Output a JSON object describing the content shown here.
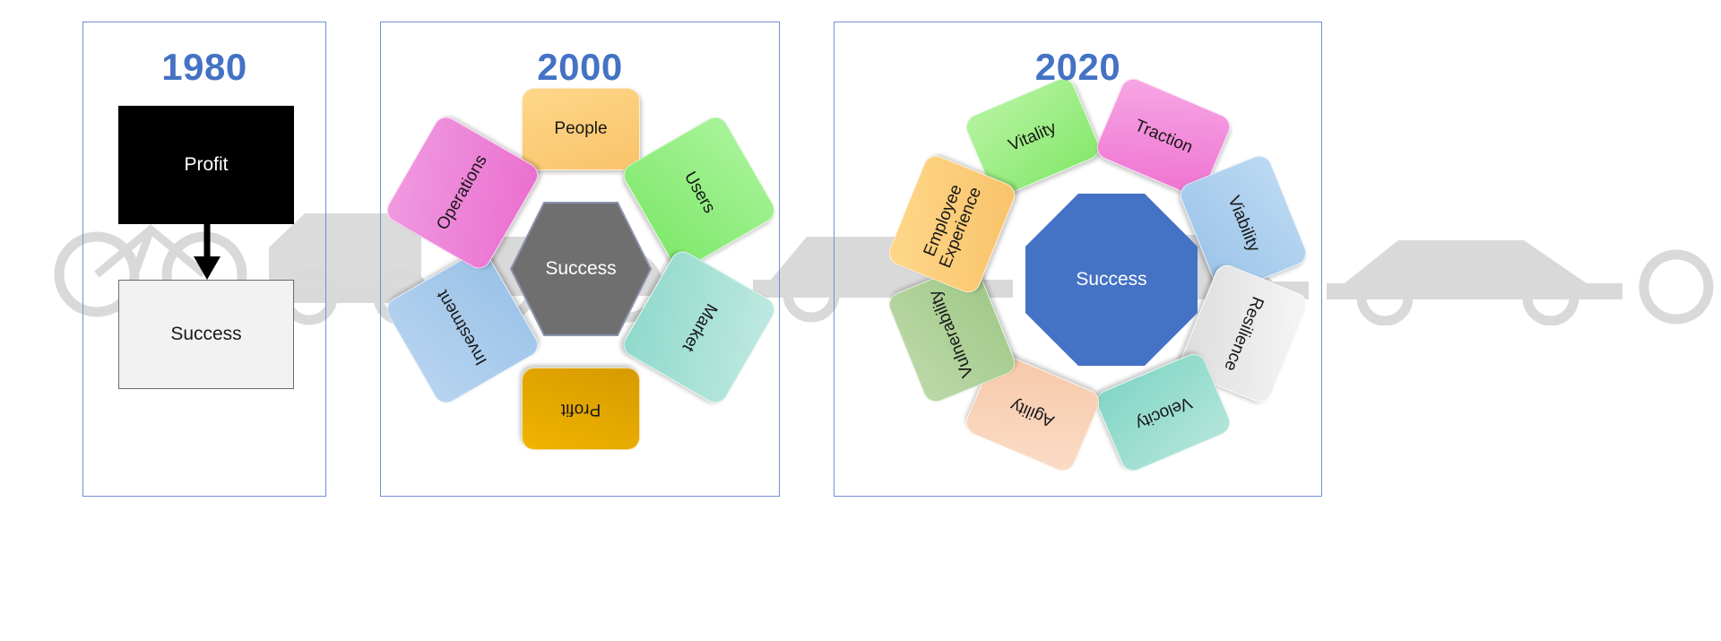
{
  "background": {
    "watermark_icon": "vehicles-silhouette-watermark",
    "watermark_color": "#d9d9d9"
  },
  "panels": [
    {
      "id": "panel-1980",
      "title": "1980",
      "title_color": "#4472c4",
      "border_color": "#6f8fd4",
      "layout": "linear-flow",
      "nodes": [
        {
          "label": "Profit",
          "fill": "#000000",
          "text_color": "#ffffff"
        },
        {
          "label": "Success",
          "fill": "#f2f2f2",
          "text_color": "#1a1a1a"
        }
      ],
      "connector": "down-arrow"
    },
    {
      "id": "panel-2000",
      "title": "2000",
      "title_color": "#4472c4",
      "border_color": "#6f8fd4",
      "layout": "hexagon-radial",
      "core": {
        "label": "Success",
        "fill": "#6f6f6f",
        "shape": "hexagon",
        "text_color": "#ffffff"
      },
      "cards": [
        {
          "label": "People",
          "fill_from": "#ffd78a",
          "fill_to": "#f8c36a",
          "rotation": 0
        },
        {
          "label": "Users",
          "fill_from": "#a9f39a",
          "fill_to": "#7ee86a",
          "rotation": 60
        },
        {
          "label": "Market",
          "fill_from": "#bfe9e0",
          "fill_to": "#8fd9cb",
          "rotation": 120
        },
        {
          "label": "Profit",
          "fill_from": "#f0b400",
          "fill_to": "#d79a00",
          "rotation": 180
        },
        {
          "label": "Investment",
          "fill_from": "#b8d4ef",
          "fill_to": "#99c2e8",
          "rotation": 240
        },
        {
          "label": "Operations",
          "fill_from": "#f09ae0",
          "fill_to": "#ea6fd0",
          "rotation": 300
        }
      ]
    },
    {
      "id": "panel-2020",
      "title": "2020",
      "title_color": "#4472c4",
      "border_color": "#6f8fd4",
      "layout": "octagon-radial",
      "core": {
        "label": "Success",
        "fill": "#4472c4",
        "shape": "octagon",
        "text_color": "#e8eefb"
      },
      "cards": [
        {
          "label": "Vitality",
          "fill_from": "#b5f3a0",
          "fill_to": "#86e86c",
          "rotation": 337
        },
        {
          "label": "Traction",
          "fill_from": "#f7a7e4",
          "fill_to": "#ee72d1",
          "rotation": 23
        },
        {
          "label": "Viability",
          "fill_from": "#bcd9f2",
          "fill_to": "#9cc4e9",
          "rotation": 68
        },
        {
          "label": "Resilience",
          "fill_from": "#f4f4f4",
          "fill_to": "#dcdcdc",
          "rotation": 112
        },
        {
          "label": "Velocity",
          "fill_from": "#b2e5da",
          "fill_to": "#83d6c5",
          "rotation": 157
        },
        {
          "label": "Agility",
          "fill_from": "#fbdcc7",
          "fill_to": "#f6c8a8",
          "rotation": 203
        },
        {
          "label": "Vulnerability",
          "fill_from": "#bcd9a8",
          "fill_to": "#9fc887",
          "rotation": 248
        },
        {
          "label": "Employee\nExperience",
          "fill_from": "#ffd78a",
          "fill_to": "#f8c36a",
          "rotation": 292
        }
      ]
    }
  ]
}
